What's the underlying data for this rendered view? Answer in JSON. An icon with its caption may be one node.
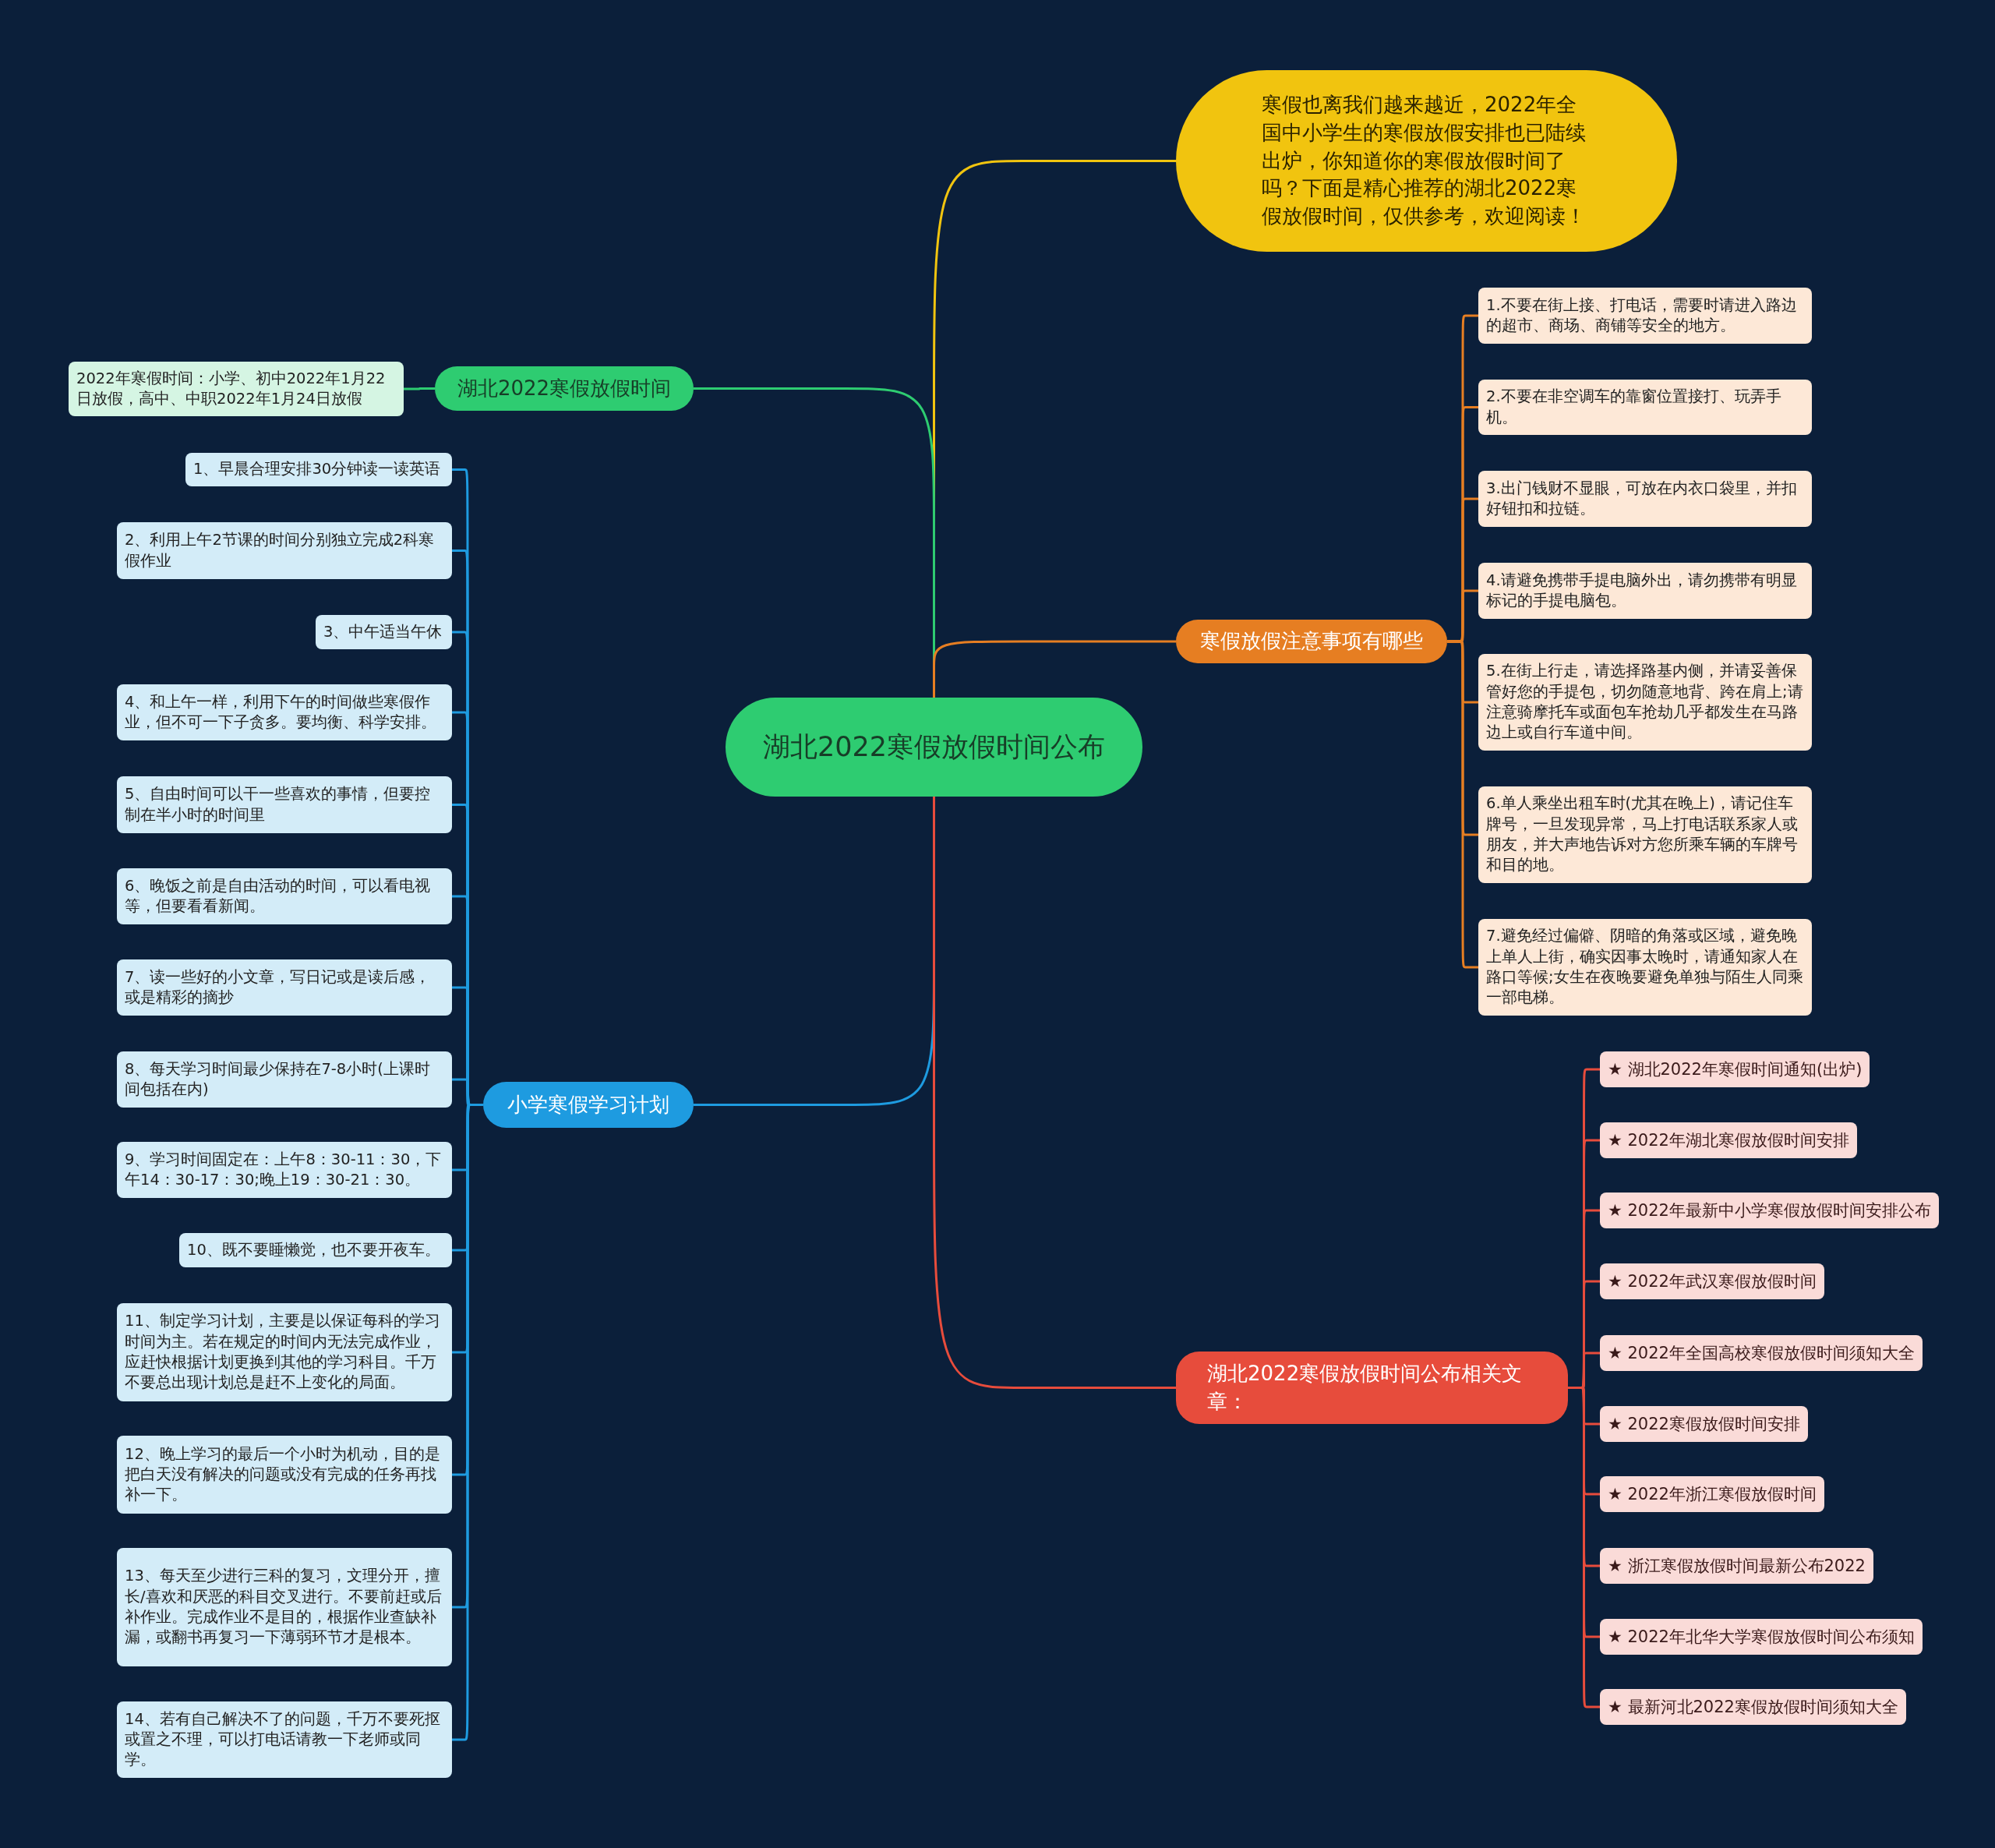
{
  "diagram": {
    "nodes": [
      {
        "text": [
          "湖北2022寒假放假时间公布"
        ]
      },
      {
        "text": [
          "寒假也离我们越来越近，2022年全国中小学生的寒假放假安排也已陆续出炉，你知道你的寒假放假时间了吗？下面是精心推荐的湖北2022寒假放假时间，仅供参考，欢迎阅读！"
        ]
      },
      {
        "text": [
          "湖北2022寒假放假时间"
        ]
      },
      {
        "text": [
          "2022年寒假时间：小学、初中2022年1月22日放假，高中、中职2022年1月24日放假"
        ]
      },
      {
        "text": [
          "寒假放假注意事项有哪些"
        ]
      },
      {
        "text": [
          "1.不要在街上接、打电话，需要时请进入路边的超市、商场、商铺等安全的地方。"
        ]
      },
      {
        "text": [
          "2.不要在非空调车的靠窗位置接打、玩弄手机。"
        ]
      },
      {
        "text": [
          "3.出门钱财不显眼，可放在内衣口袋里，并扣好钮扣和拉链。"
        ]
      },
      {
        "text": [
          "4.请避免携带手提电脑外出，请勿携带有明显标记的手提电脑包。"
        ]
      },
      {
        "text": [
          "5.在街上行走，请选择路基内侧，并请妥善保管好您的手提包，切勿随意地背、跨在肩上;请注意骑摩托车或面包车抢劫几乎都发生在马路边上或自行车道中间。"
        ]
      },
      {
        "text": [
          "6.单人乘坐出租车时(尤其在晚上)，请记住车牌号，一旦发现异常，马上打电话联系家人或朋友，并大声地告诉对方您所乘车辆的车牌号和目的地。"
        ]
      },
      {
        "text": [
          "7.避免经过偏僻、阴暗的角落或区域，避免晚上单人上街，确实因事太晚时，请通知家人在路口等候;女生在夜晚要避免单独与陌生人同乘一部电梯。"
        ]
      },
      {
        "text": [
          "小学寒假学习计划"
        ]
      },
      {
        "text": [
          "1、早晨合理安排30分钟读一读英语"
        ]
      },
      {
        "text": [
          "2、利用上午2节课的时间分别独立完成2科寒假作业"
        ]
      },
      {
        "text": [
          "3、中午适当午休"
        ]
      },
      {
        "text": [
          "4、和上午一样，利用下午的时间做些寒假作业，但不可一下子贪多。要均衡、科学安排。"
        ]
      },
      {
        "text": [
          "5、自由时间可以干一些喜欢的事情，但要控制在半小时的时间里"
        ]
      },
      {
        "text": [
          "6、晚饭之前是自由活动的时间，可以看电视等，但要看看新闻。"
        ]
      },
      {
        "text": [
          "7、读一些好的小文章，写日记或是读后感，或是精彩的摘抄"
        ]
      },
      {
        "text": [
          "8、每天学习时间最少保持在7-8小时(上课时间包括在内)"
        ]
      },
      {
        "text": [
          "9、学习时间固定在：上午8：30-11：30，下午14：30-17：30;晚上19：30-21：30。"
        ]
      },
      {
        "text": [
          "10、既不要睡懒觉，也不要开夜车。"
        ]
      },
      {
        "text": [
          "11、制定学习计划，主要是以保证每科的学习时间为主。若在规定的时间内无法完成作业，应赶快根据计划更换到其他的学习科目。千万不要总出现计划总是赶不上变化的局面。"
        ]
      },
      {
        "text": [
          "12、晚上学习的最后一个小时为机动，目的是把白天没有解决的问题或没有完成的任务再找补一下。"
        ]
      },
      {
        "text": [
          "13、每天至少进行三科的复习，文理分开，擅长/喜欢和厌恶的科目交叉进行。不要前赶或后补作业。完成作业不是目的，根据作业查缺补漏，或翻书再复习一下薄弱环节才是根本。"
        ]
      },
      {
        "text": [
          "14、若有自己解决不了的问题，千万不要死抠或置之不理，可以打电话请教一下老师或同学。"
        ]
      },
      {
        "text": [
          "湖北2022寒假放假时间公布相关文章："
        ]
      },
      {
        "text": [
          "★ 湖北2022年寒假时间通知(出炉)"
        ]
      },
      {
        "text": [
          "★ 2022年湖北寒假放假时间安排"
        ]
      },
      {
        "text": [
          "★ 2022年最新中小学寒假放假时间安排公布"
        ]
      },
      {
        "text": [
          "★ 2022年武汉寒假放假时间"
        ]
      },
      {
        "text": [
          "★ 2022年全国高校寒假放假时间须知大全"
        ]
      },
      {
        "text": [
          "★ 2022寒假放假时间安排"
        ]
      },
      {
        "text": [
          "★ 2022年浙江寒假放假时间"
        ]
      },
      {
        "text": [
          "★ 浙江寒假放假时间最新公布2022"
        ]
      },
      {
        "text": [
          "★ 2022年北华大学寒假放假时间公布须知"
        ]
      },
      {
        "text": [
          "★ 最新河北2022寒假放假时间须知大全"
        ]
      }
    ],
    "edges": [
      {
        "from": 0,
        "to": 1,
        "arrow": "none",
        "color": "#f1c40f"
      },
      {
        "from": 0,
        "to": 2,
        "arrow": "none",
        "color": "#2ecc71"
      },
      {
        "from": 2,
        "to": 3,
        "arrow": "none",
        "color": "#2ecc71"
      },
      {
        "from": 0,
        "to": 4,
        "arrow": "none",
        "color": "#e67e22"
      },
      {
        "from": 4,
        "to": 5,
        "arrow": "none",
        "color": "#e67e22"
      },
      {
        "from": 4,
        "to": 6,
        "arrow": "none",
        "color": "#e67e22"
      },
      {
        "from": 4,
        "to": 7,
        "arrow": "none",
        "color": "#e67e22"
      },
      {
        "from": 4,
        "to": 8,
        "arrow": "none",
        "color": "#e67e22"
      },
      {
        "from": 4,
        "to": 9,
        "arrow": "none",
        "color": "#e67e22"
      },
      {
        "from": 4,
        "to": 10,
        "arrow": "none",
        "color": "#e67e22"
      },
      {
        "from": 4,
        "to": 11,
        "arrow": "none",
        "color": "#e67e22"
      },
      {
        "from": 0,
        "to": 12,
        "arrow": "none",
        "color": "#1e9be0"
      },
      {
        "from": 12,
        "to": 13,
        "arrow": "none",
        "color": "#1e9be0"
      },
      {
        "from": 12,
        "to": 14,
        "arrow": "none",
        "color": "#1e9be0"
      },
      {
        "from": 12,
        "to": 15,
        "arrow": "none",
        "color": "#1e9be0"
      },
      {
        "from": 12,
        "to": 16,
        "arrow": "none",
        "color": "#1e9be0"
      },
      {
        "from": 12,
        "to": 17,
        "arrow": "none",
        "color": "#1e9be0"
      },
      {
        "from": 12,
        "to": 18,
        "arrow": "none",
        "color": "#1e9be0"
      },
      {
        "from": 12,
        "to": 19,
        "arrow": "none",
        "color": "#1e9be0"
      },
      {
        "from": 12,
        "to": 20,
        "arrow": "none",
        "color": "#1e9be0"
      },
      {
        "from": 12,
        "to": 21,
        "arrow": "none",
        "color": "#1e9be0"
      },
      {
        "from": 12,
        "to": 22,
        "arrow": "none",
        "color": "#1e9be0"
      },
      {
        "from": 12,
        "to": 23,
        "arrow": "none",
        "color": "#1e9be0"
      },
      {
        "from": 12,
        "to": 24,
        "arrow": "none",
        "color": "#1e9be0"
      },
      {
        "from": 12,
        "to": 25,
        "arrow": "none",
        "color": "#1e9be0"
      },
      {
        "from": 12,
        "to": 26,
        "arrow": "none",
        "color": "#1e9be0"
      },
      {
        "from": 0,
        "to": 27,
        "arrow": "none",
        "color": "#e74c3c"
      },
      {
        "from": 27,
        "to": 28,
        "arrow": "none",
        "color": "#e74c3c"
      },
      {
        "from": 27,
        "to": 29,
        "arrow": "none",
        "color": "#e74c3c"
      },
      {
        "from": 27,
        "to": 30,
        "arrow": "none",
        "color": "#e74c3c"
      },
      {
        "from": 27,
        "to": 31,
        "arrow": "none",
        "color": "#e74c3c"
      },
      {
        "from": 27,
        "to": 32,
        "arrow": "none",
        "color": "#e74c3c"
      },
      {
        "from": 27,
        "to": 33,
        "arrow": "none",
        "color": "#e74c3c"
      },
      {
        "from": 27,
        "to": 34,
        "arrow": "none",
        "color": "#e74c3c"
      },
      {
        "from": 27,
        "to": 35,
        "arrow": "none",
        "color": "#e74c3c"
      },
      {
        "from": 27,
        "to": 36,
        "arrow": "none",
        "color": "#e74c3c"
      },
      {
        "from": 27,
        "to": 37,
        "arrow": "none",
        "color": "#e74c3c"
      }
    ]
  }
}
